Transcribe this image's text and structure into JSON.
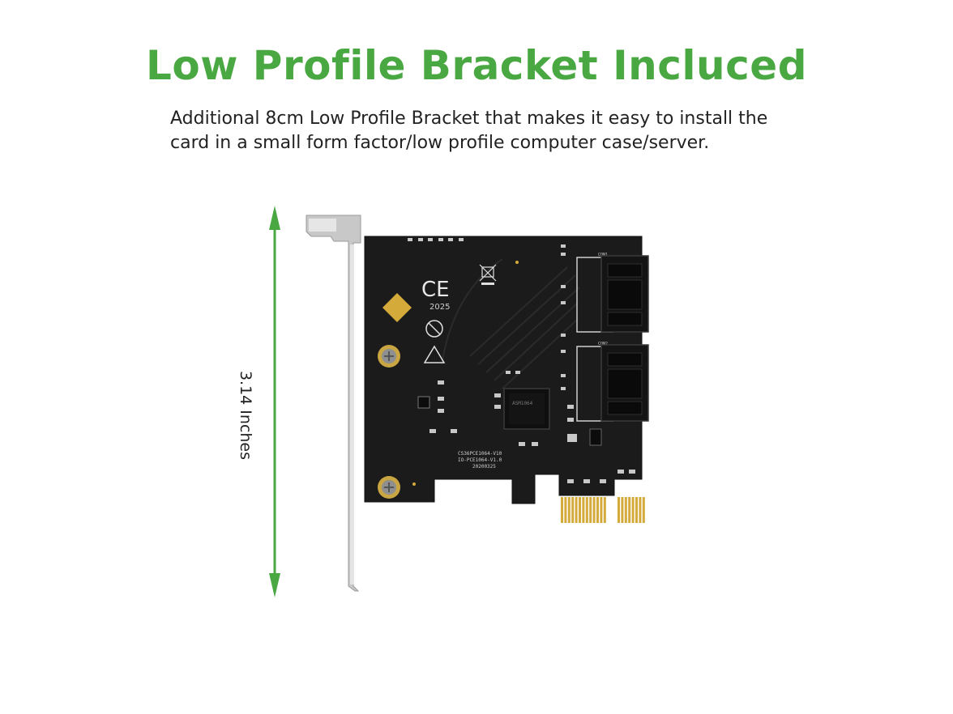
{
  "heading": "Low Profile Bracket Incluced",
  "description": "Additional 8cm Low Profile Bracket that makes it easy to install the card in a small form factor/low profile computer case/server.",
  "dimension": {
    "label": "3.14 Inches",
    "color": "#4aa842"
  },
  "colors": {
    "accent": "#4aa842",
    "pcb": "#1b1b1b",
    "gold": "#d4aa3a",
    "bracket": "#c8c8c8"
  },
  "product_image": {
    "subject": "pcie-sata-expansion-card",
    "silkscreen": {
      "ce_mark": "CE",
      "year": "2025",
      "model": "CS36PCE1064-V10",
      "rev": "IO-PCE1064-V1.0",
      "date": "20200325",
      "port_label_1": "CON1",
      "port_label_2": "CON2"
    }
  }
}
